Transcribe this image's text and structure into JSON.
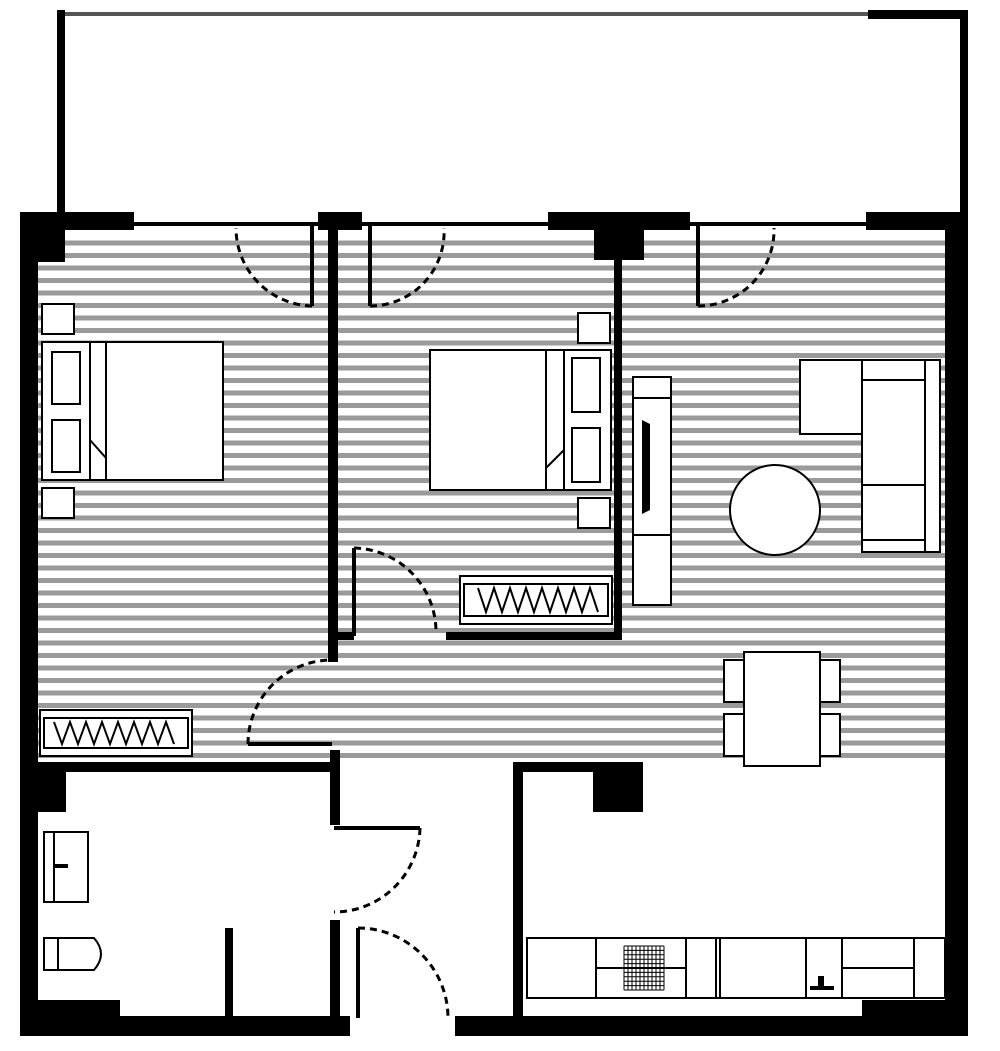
{
  "plan": {
    "type": "apartment floor plan",
    "rooms": [
      "balcony",
      "bedroom-1",
      "bedroom-2",
      "living-room",
      "hallway",
      "bathroom",
      "kitchen"
    ],
    "colors": {
      "wall": "#000000",
      "floor_stripe": "#9a9a9a",
      "background": "#ffffff"
    },
    "icons": {
      "bed": "double-bed-icon",
      "sofa": "corner-sofa-icon",
      "table": "round-table-icon",
      "dining": "dining-table-icon",
      "wardrobe": "wardrobe-icon",
      "sink": "sink-icon",
      "toilet": "toilet-icon",
      "stove": "cooktop-icon"
    }
  }
}
